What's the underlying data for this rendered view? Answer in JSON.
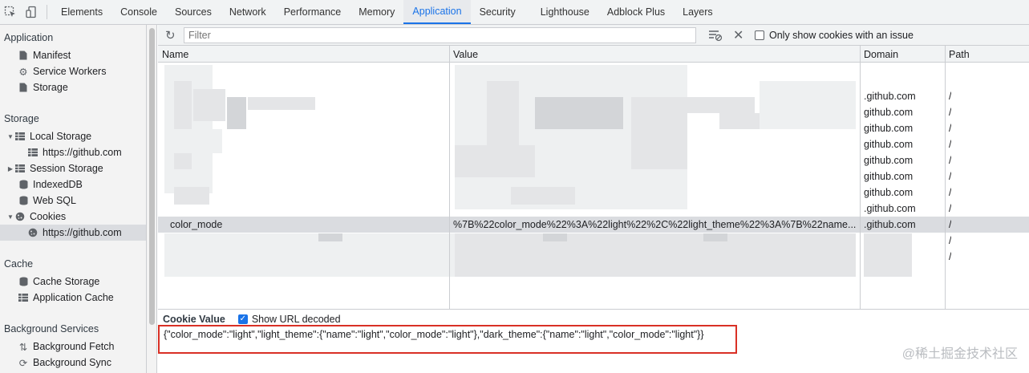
{
  "tabs": [
    "Elements",
    "Console",
    "Sources",
    "Network",
    "Performance",
    "Memory",
    "Application",
    "Security",
    "Lighthouse",
    "Adblock Plus",
    "Layers"
  ],
  "active_tab": "Application",
  "sidebar": {
    "application": {
      "title": "Application",
      "items": [
        {
          "label": "Manifest",
          "icon": "file-icon"
        },
        {
          "label": "Service Workers",
          "icon": "gear-icon"
        },
        {
          "label": "Storage",
          "icon": "file-icon"
        }
      ]
    },
    "storage": {
      "title": "Storage",
      "items": [
        {
          "label": "Local Storage",
          "icon": "grid-icon"
        },
        {
          "label": "https://github.com",
          "icon": "grid-icon"
        },
        {
          "label": "Session Storage",
          "icon": "grid-icon"
        },
        {
          "label": "IndexedDB",
          "icon": "database-icon"
        },
        {
          "label": "Web SQL",
          "icon": "database-icon"
        },
        {
          "label": "Cookies",
          "icon": "cookie-icon"
        },
        {
          "label": "https://github.com",
          "icon": "cookie-icon"
        }
      ]
    },
    "cache": {
      "title": "Cache",
      "items": [
        {
          "label": "Cache Storage",
          "icon": "database-icon"
        },
        {
          "label": "Application Cache",
          "icon": "grid-icon"
        }
      ]
    },
    "background": {
      "title": "Background Services",
      "items": [
        {
          "label": "Background Fetch",
          "icon": "arrows-updown-icon"
        },
        {
          "label": "Background Sync",
          "icon": "sync-icon"
        }
      ]
    }
  },
  "toolbar": {
    "filter_placeholder": "Filter",
    "only_issue_label": "Only show cookies with an issue"
  },
  "table": {
    "columns": [
      "Name",
      "Value",
      "Domain",
      "Path"
    ],
    "rows": [
      {
        "name": "",
        "value": "",
        "domain": ".github.com",
        "path": "/"
      },
      {
        "name": "",
        "value": "",
        "domain": "github.com",
        "path": "/"
      },
      {
        "name": "",
        "value": "",
        "domain": "github.com",
        "path": "/"
      },
      {
        "name": "",
        "value": "",
        "domain": "github.com",
        "path": "/"
      },
      {
        "name": "",
        "value": "",
        "domain": "github.com",
        "path": "/"
      },
      {
        "name": "",
        "value": "",
        "domain": "github.com",
        "path": "/"
      },
      {
        "name": "",
        "value": "",
        "domain": "github.com",
        "path": "/"
      },
      {
        "name": "",
        "value": "",
        "domain": ".github.com",
        "path": "/"
      },
      {
        "name": "color_mode",
        "value": "%7B%22color_mode%22%3A%22light%22%2C%22light_theme%22%3A%7B%22name...",
        "domain": ".github.com",
        "path": "/"
      },
      {
        "name": "",
        "value": "",
        "domain": "",
        "path": "/"
      },
      {
        "name": "",
        "value": "",
        "domain": "",
        "path": "/"
      }
    ],
    "selected_row": 8
  },
  "cookie_value": {
    "title": "Cookie Value",
    "show_decoded_label": "Show URL decoded",
    "show_decoded_checked": true,
    "text": "{\"color_mode\":\"light\",\"light_theme\":{\"name\":\"light\",\"color_mode\":\"light\"},\"dark_theme\":{\"name\":\"light\",\"color_mode\":\"light\"}}"
  },
  "watermark": "@稀土掘金技术社区",
  "colors": {
    "accent": "#1a73e8",
    "highlight_box": "#d93025",
    "selected_row": "#dadce0"
  }
}
